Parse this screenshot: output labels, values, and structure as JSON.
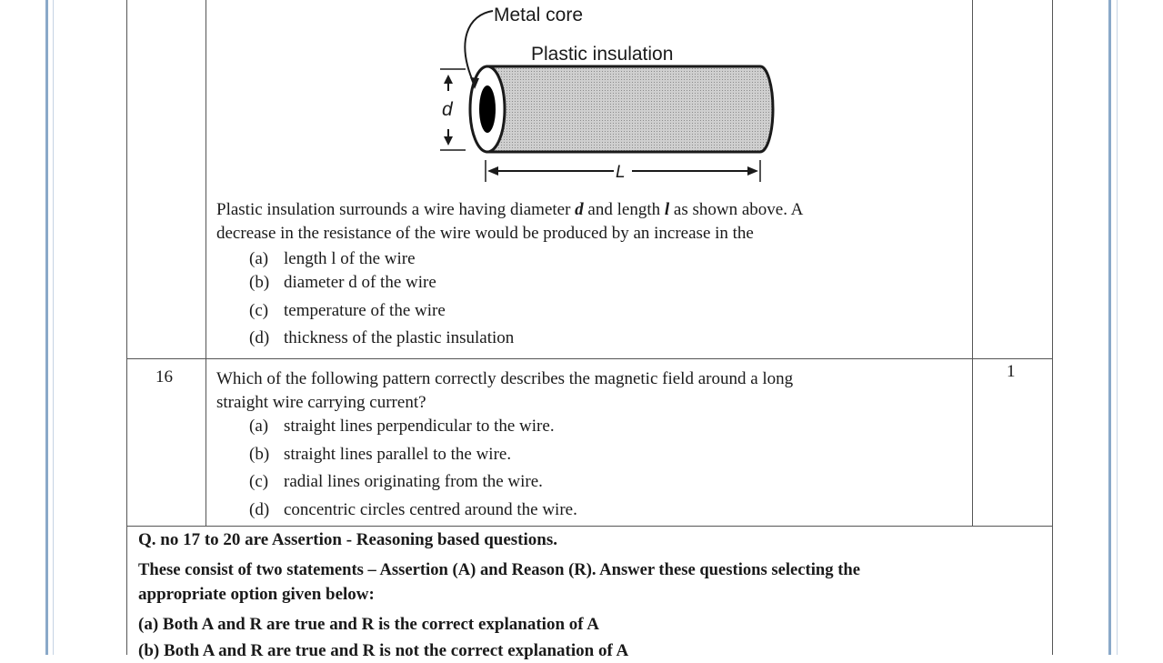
{
  "diagram": {
    "metal_core_label": "Metal core",
    "insulation_label": "Plastic insulation",
    "diameter_label": "d",
    "length_label": "L"
  },
  "q15": {
    "text_line1": "Plastic insulation surrounds a wire having diameter ",
    "d_var": "d",
    "text_mid": " and length ",
    "l_var": "l",
    "text_end": " as shown above. A",
    "text_line2": "decrease in the resistance of the wire would be produced by an increase in the",
    "options": [
      {
        "label": "(a)",
        "text": "length l of the wire"
      },
      {
        "label": "(b)",
        "text": "diameter d of the wire"
      },
      {
        "label": "(c)",
        "text": "temperature of the wire"
      },
      {
        "label": "(d)",
        "text": "thickness of the plastic insulation"
      }
    ]
  },
  "q16": {
    "number": "16",
    "marks": "1",
    "text_line1": "Which of the following pattern correctly describes the magnetic field around a long",
    "text_line2": "straight wire carrying current?",
    "options": [
      {
        "label": "(a)",
        "text": "straight lines perpendicular to the wire."
      },
      {
        "label": "(b)",
        "text": "straight lines parallel to the wire."
      },
      {
        "label": "(c)",
        "text": "radial lines originating from the wire."
      },
      {
        "label": "(d)",
        "text": "concentric circles centred around the wire."
      }
    ]
  },
  "assertion": {
    "heading": "Q. no 17 to 20 are Assertion - Reasoning based questions.",
    "intro_line1": "These consist of two statements – Assertion (A) and Reason (R). Answer these questions selecting the",
    "intro_line2": "appropriate option given below:",
    "option_a": "(a) Both A and R are true and R is the correct explanation of A",
    "option_b": "(b) Both A and R are true and R is not the correct explanation of A"
  }
}
